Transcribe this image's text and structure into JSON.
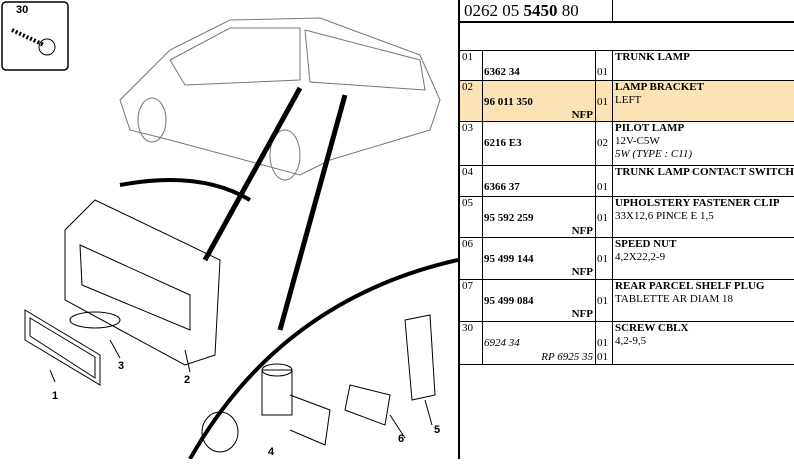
{
  "header": {
    "code_prefix": "0262 05 ",
    "code_bold": "5450",
    "code_suffix": " 80"
  },
  "callouts": {
    "c30": "30",
    "c1": "1",
    "c2": "2",
    "c3": "3",
    "c4": "4",
    "c5": "5",
    "c6": "6"
  },
  "highlight_color": "#fbe3b6",
  "rows": [
    {
      "num": "01",
      "ref": "6362 34",
      "nfp": "",
      "qty": "01",
      "title": "TRUNK LAMP",
      "lines": []
    },
    {
      "num": "02",
      "ref": "96 011 350",
      "nfp": "NFP",
      "qty": "01",
      "title": "LAMP BRACKET",
      "lines": [
        "LEFT"
      ]
    },
    {
      "num": "03",
      "ref": "6216 E3",
      "nfp": "",
      "qty": "02",
      "title": "PILOT LAMP",
      "lines": [
        "12V-C5W",
        "5W (TYPE : C11)"
      ]
    },
    {
      "num": "04",
      "ref": "6366 37",
      "nfp": "",
      "qty": "01",
      "title": "TRUNK LAMP CONTACT SWITCH",
      "lines": []
    },
    {
      "num": "05",
      "ref": "95 592 259",
      "nfp": "NFP",
      "qty": "01",
      "title": "UPHOLSTERY FASTENER CLIP",
      "lines": [
        "33X12,6 PINCE E 1,5"
      ]
    },
    {
      "num": "06",
      "ref": "95 499 144",
      "nfp": "NFP",
      "qty": "01",
      "title": "SPEED NUT",
      "lines": [
        "4,2X22,2-9"
      ]
    },
    {
      "num": "07",
      "ref": "95 499 084",
      "nfp": "NFP",
      "qty": "01",
      "title": "REAR PARCEL SHELF PLUG",
      "lines": [
        "TABLETTE AR DIAM 18"
      ]
    },
    {
      "num": "30",
      "ref": "6924 34",
      "nfp": "RP 6925 35",
      "qty": "01",
      "qty2": "01",
      "title": "SCREW CBLX",
      "lines": [
        "4,2-9,5"
      ]
    }
  ]
}
